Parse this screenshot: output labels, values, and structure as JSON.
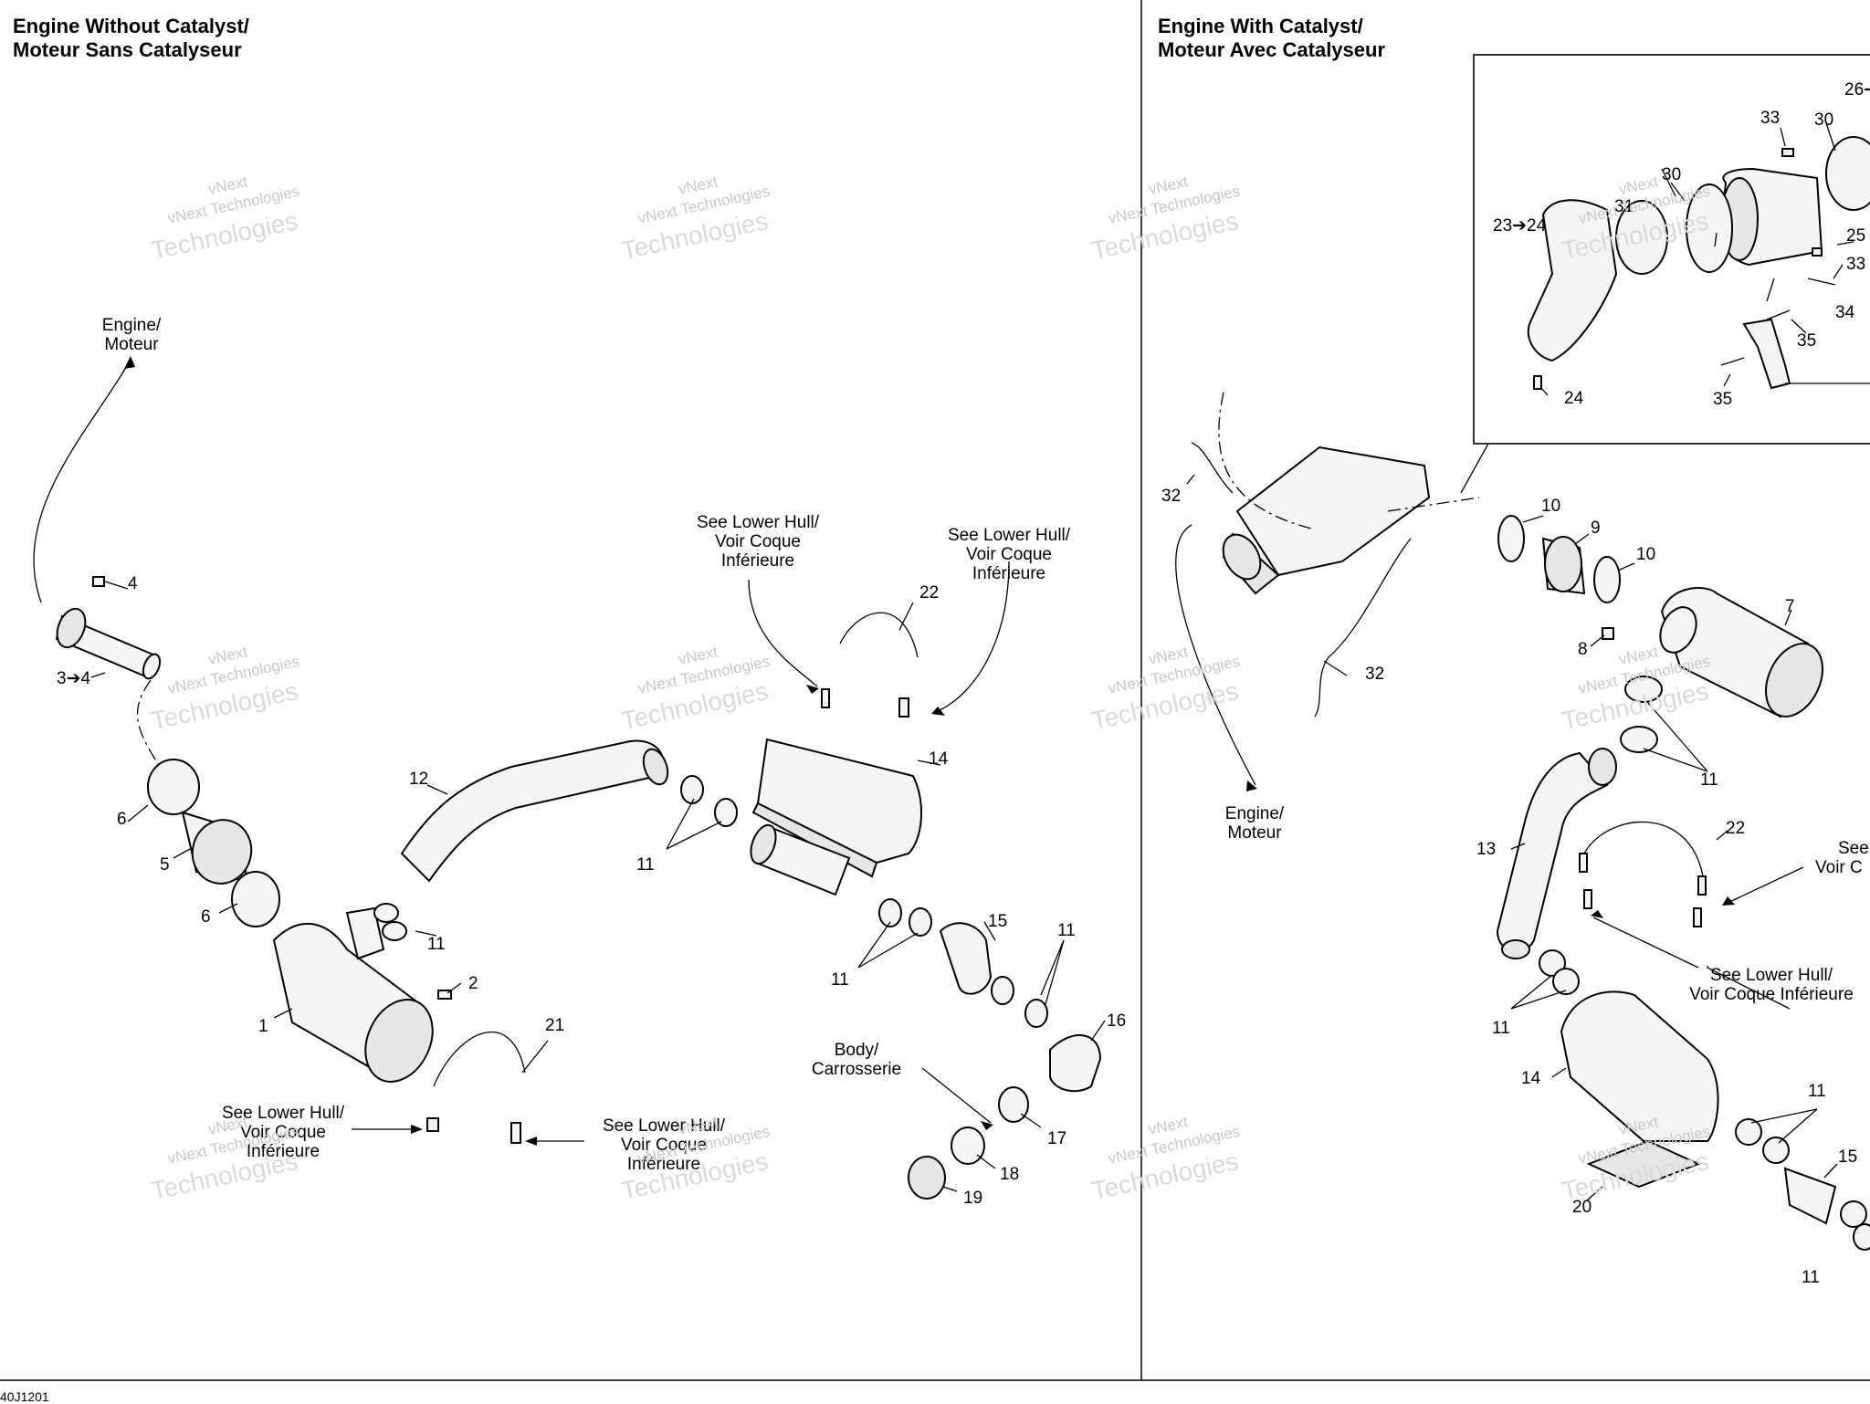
{
  "titles": {
    "left": "Engine Without Catalyst/\nMoteur Sans Catalyseur",
    "right": "Engine With Catalyst/\nMoteur Avec Catalyseur"
  },
  "ref_code": "40J1201",
  "watermark": {
    "line1": "vNext Technologies",
    "line2": "Technologies",
    "small": "vNext"
  },
  "notes": {
    "engine_moteur_left": [
      "Engine/",
      "Moteur"
    ],
    "engine_moteur_right": [
      "Engine/",
      "Moteur"
    ],
    "see_lower_hull_a": [
      "See Lower Hull/",
      "Voir Coque",
      "Inférieure"
    ],
    "see_lower_hull_b": [
      "See Lower Hull/",
      "Voir Coque",
      "Inférieure"
    ],
    "see_lower_hull_c": [
      "See Lower Hull/",
      "Voir Coque",
      "Inférieure"
    ],
    "see_lower_hull_d": [
      "See Lower Hull/",
      "Voir Coque",
      "Inférieure"
    ],
    "see_lower_hull_e": [
      "See Lower Hull/",
      "Voir Coque Inférieure"
    ],
    "see_partial": [
      "See",
      "Voir C"
    ],
    "body_carrosserie": [
      "Body/",
      "Carrosserie"
    ]
  },
  "callouts": {
    "left": {
      "c1": "1",
      "c2": "2",
      "c3": "3➔4",
      "c4": "4",
      "c5": "5",
      "c6a": "6",
      "c6b": "6",
      "c11a": "11",
      "c11b": "11",
      "c11c": "11",
      "c11d": "11",
      "c12": "12",
      "c14": "14",
      "c15": "15",
      "c16": "16",
      "c17": "17",
      "c18": "18",
      "c19": "19",
      "c21": "21",
      "c22": "22"
    },
    "right": {
      "c7": "7",
      "c8": "8",
      "c9": "9",
      "c10a": "10",
      "c10b": "10",
      "c11a": "11",
      "c11b": "11",
      "c11c": "11",
      "c11d": "11",
      "c13": "13",
      "c14": "14",
      "c15": "15",
      "c20": "20",
      "c22": "22",
      "c32a": "32",
      "c32b": "32"
    },
    "inset": {
      "c23": "23➔24",
      "c24": "24",
      "c25": "25",
      "c26": "26➔",
      "c30a": "30",
      "c30b": "30",
      "c31": "31",
      "c33a": "33",
      "c33b": "33",
      "c34": "34",
      "c35a": "35",
      "c35b": "35"
    }
  }
}
